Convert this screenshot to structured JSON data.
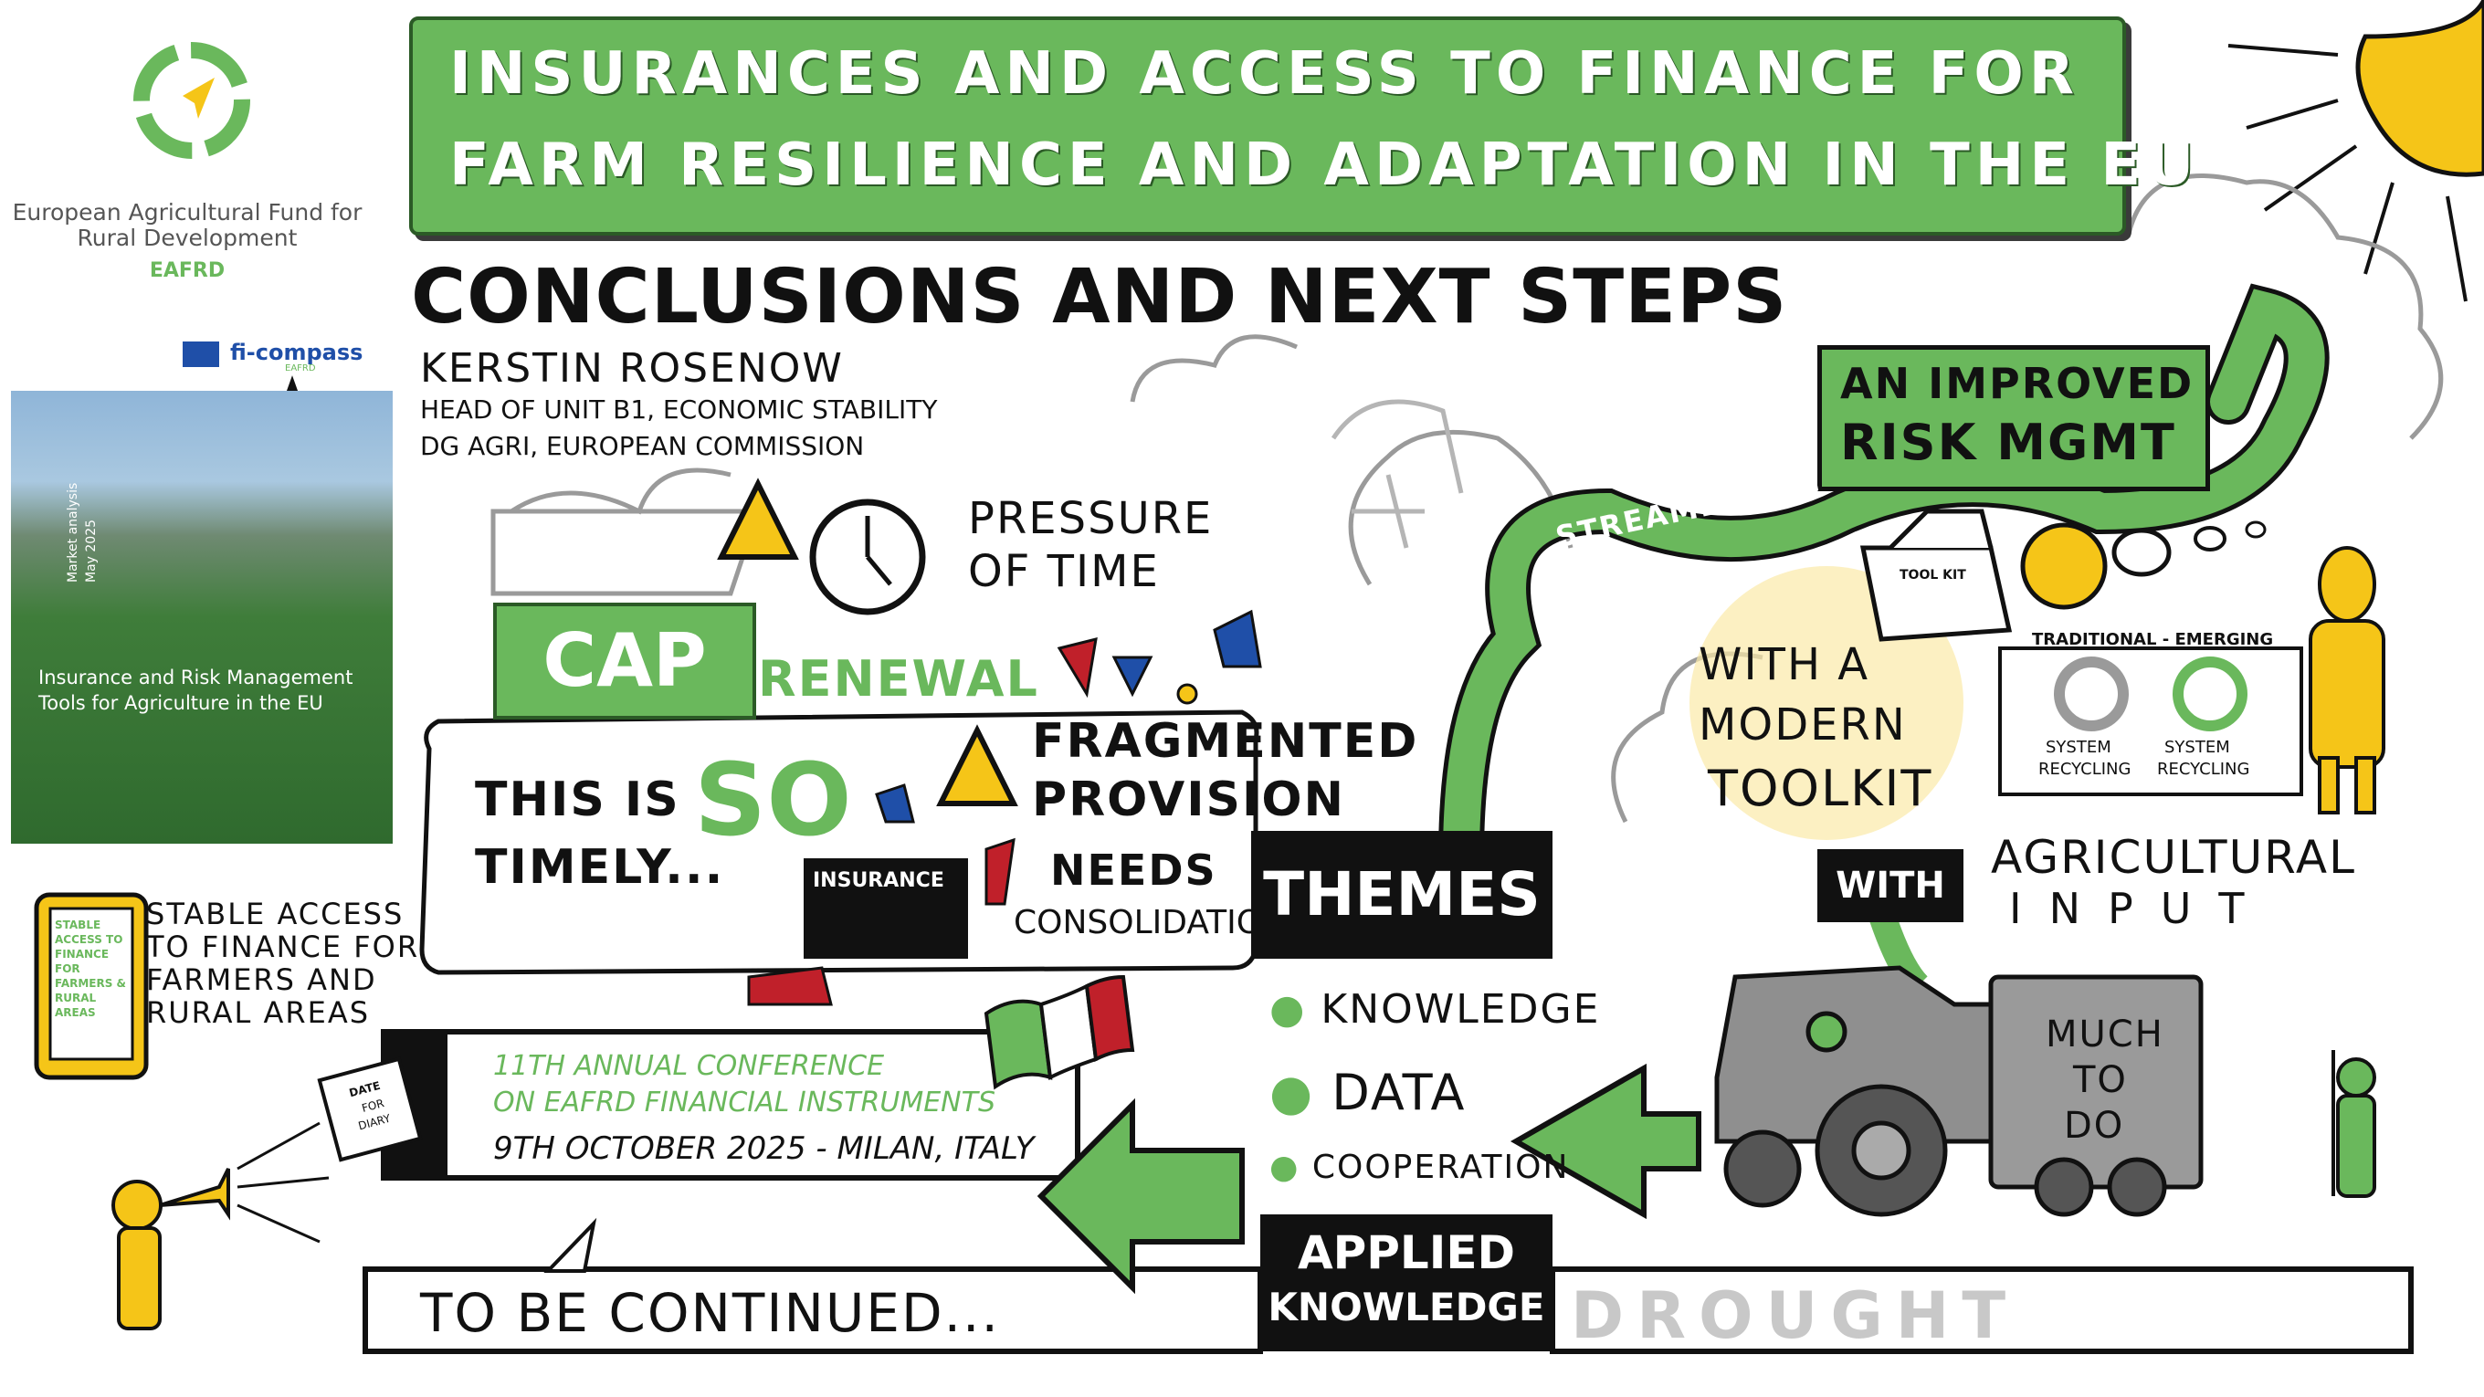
{
  "banner": {
    "line1": "INSURANCES AND ACCESS TO FINANCE FOR",
    "line2": "FARM RESILIENCE AND ADAPTATION IN THE EU"
  },
  "logo": {
    "name_line1": "European Agricultural Fund for",
    "name_line2": "Rural Development",
    "acronym": "EAFRD",
    "ficompass": "fi-compass",
    "ficompass_sub": "EAFRD"
  },
  "cover": {
    "side_text": "Market analysis",
    "side_date": "May 2025",
    "title": "Insurance and Risk Management Tools for Agriculture in the EU"
  },
  "heading": {
    "title": "CONCLUSIONS AND NEXT STEPS",
    "speaker": "KERSTIN ROSENOW",
    "role_line1": "HEAD OF UNIT B1, ECONOMIC STABILITY",
    "role_line2": "DG AGRI, EUROPEAN COMMISSION"
  },
  "pressure": {
    "line1": "PRESSURE",
    "line2": "OF TIME"
  },
  "cap": {
    "label": "CAP",
    "renewal": "RENEWAL"
  },
  "timely": {
    "line1_a": "THIS IS",
    "so": "SO",
    "line2": "TIMELY..."
  },
  "fragmented": {
    "line1": "FRAGMENTED",
    "line2": "PROVISION",
    "line3": "NEEDS",
    "line4": "CONSOLIDATION",
    "insurance_label": "INSURANCE"
  },
  "risk": {
    "line1": "AN IMPROVED",
    "line2": "RISK MGMT",
    "streamlining": "STREAMLINING"
  },
  "toolkit": {
    "box_label": "TOOL KIT",
    "line1": "WITH A",
    "line2": "MODERN",
    "line3": "TOOLKIT",
    "with": "WITH",
    "agri_line1": "AGRICULTURAL",
    "agri_line2": "INPUT"
  },
  "recycling": {
    "header": "TRADITIONAL - EMERGING",
    "left_line1": "SYSTEM",
    "left_line2": "RECYCLING",
    "right_line1": "SYSTEM",
    "right_line2": "RECYCLING"
  },
  "themes": {
    "label": "THEMES",
    "items": [
      "KNOWLEDGE",
      "DATA",
      "COOPERATION"
    ],
    "applied_line1": "APPLIED",
    "applied_line2": "KNOWLEDGE"
  },
  "trailer": {
    "line1": "MUCH",
    "line2": "TO",
    "line3": "DO"
  },
  "drought": "DROUGHT",
  "phone": {
    "screen_text": "STABLE ACCESS TO FINANCE FOR FARMERS & RURAL AREAS",
    "line1": "STABLE ACCESS",
    "line2": "TO FINANCE FOR",
    "line3": "FARMERS AND",
    "line4": "RURAL AREAS"
  },
  "conference": {
    "line1": "11TH ANNUAL CONFERENCE",
    "line2": "ON EAFRD FINANCIAL INSTRUMENTS",
    "line3": "9TH OCTOBER 2025 - MILAN, ITALY",
    "calendar_line1": "DATE",
    "calendar_line2": "FOR",
    "calendar_line3": "DIARY"
  },
  "continued": "TO BE CONTINUED...",
  "colors": {
    "green": "#6ab85c",
    "dark_green": "#2b5a26",
    "yellow": "#f5c518",
    "black": "#111111",
    "grey": "#9a9a9a",
    "red": "#c0202a",
    "blue": "#1f4fa8"
  },
  "icons": [
    "compass-logo-icon",
    "eu-flag-icon",
    "star-icon",
    "warning-icon",
    "clock-icon",
    "sun-icon",
    "toolkit-box-icon",
    "euro-icon",
    "recycle-icon",
    "tractor-icon",
    "phone-icon",
    "trumpet-icon",
    "calendar-icon",
    "italy-flag-icon",
    "arrow-left-icon"
  ]
}
